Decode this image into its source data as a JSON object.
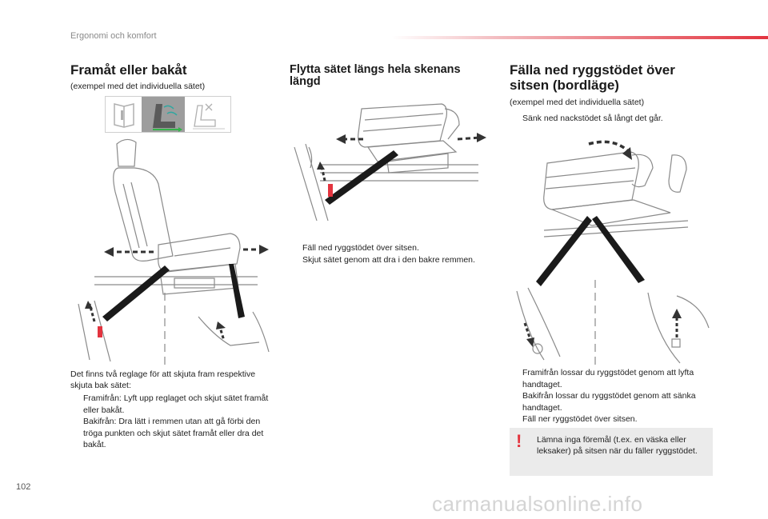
{
  "header": {
    "title": "Ergonomi och komfort",
    "accent_color": "#e3343f"
  },
  "page_number": "102",
  "watermark": "carmanualsonline.info",
  "col1": {
    "heading": "Framåt eller bakåt",
    "subtitle": "(exempel med det individuella sätet)",
    "intro": "Det finns två reglage för att skjuta fram respektive skjuta bak sätet:",
    "bullets": [
      "Framifrån: Lyft upp reglaget och skjut sätet framåt eller bakåt.",
      "Bakifrån: Dra lätt i remmen utan att gå förbi den tröga punkten och skjut sätet framåt eller dra det bakåt."
    ]
  },
  "col2": {
    "heading": "Flytta sätet längs hela skenans längd",
    "bullets": [
      "Fäll ned ryggstödet över sitsen.",
      "Skjut sätet genom att dra i den bakre remmen."
    ]
  },
  "col3": {
    "heading": "Fälla ned ryggstödet över sitsen (bordläge)",
    "subtitle": "(exempel med det individuella sätet)",
    "bullets_top": [
      "Sänk ned nackstödet så långt det går."
    ],
    "bullets": [
      "Framifrån lossar du ryggstödet genom att lyfta handtaget.",
      "Bakifrån lossar du ryggstödet genom att sänka handtaget.",
      "Fäll ner ryggstödet över sitsen."
    ],
    "warning": "Lämna inga föremål (t.ex. en väska eller leksaker) på sitsen när du fäller ryggstödet."
  },
  "bullet_glyph": "",
  "warning_glyph": "!",
  "icons": [
    "book-icon",
    "seat-adjust-icon",
    "seat-heat-icon",
    "red-handle-icon",
    "arrow-icon"
  ]
}
